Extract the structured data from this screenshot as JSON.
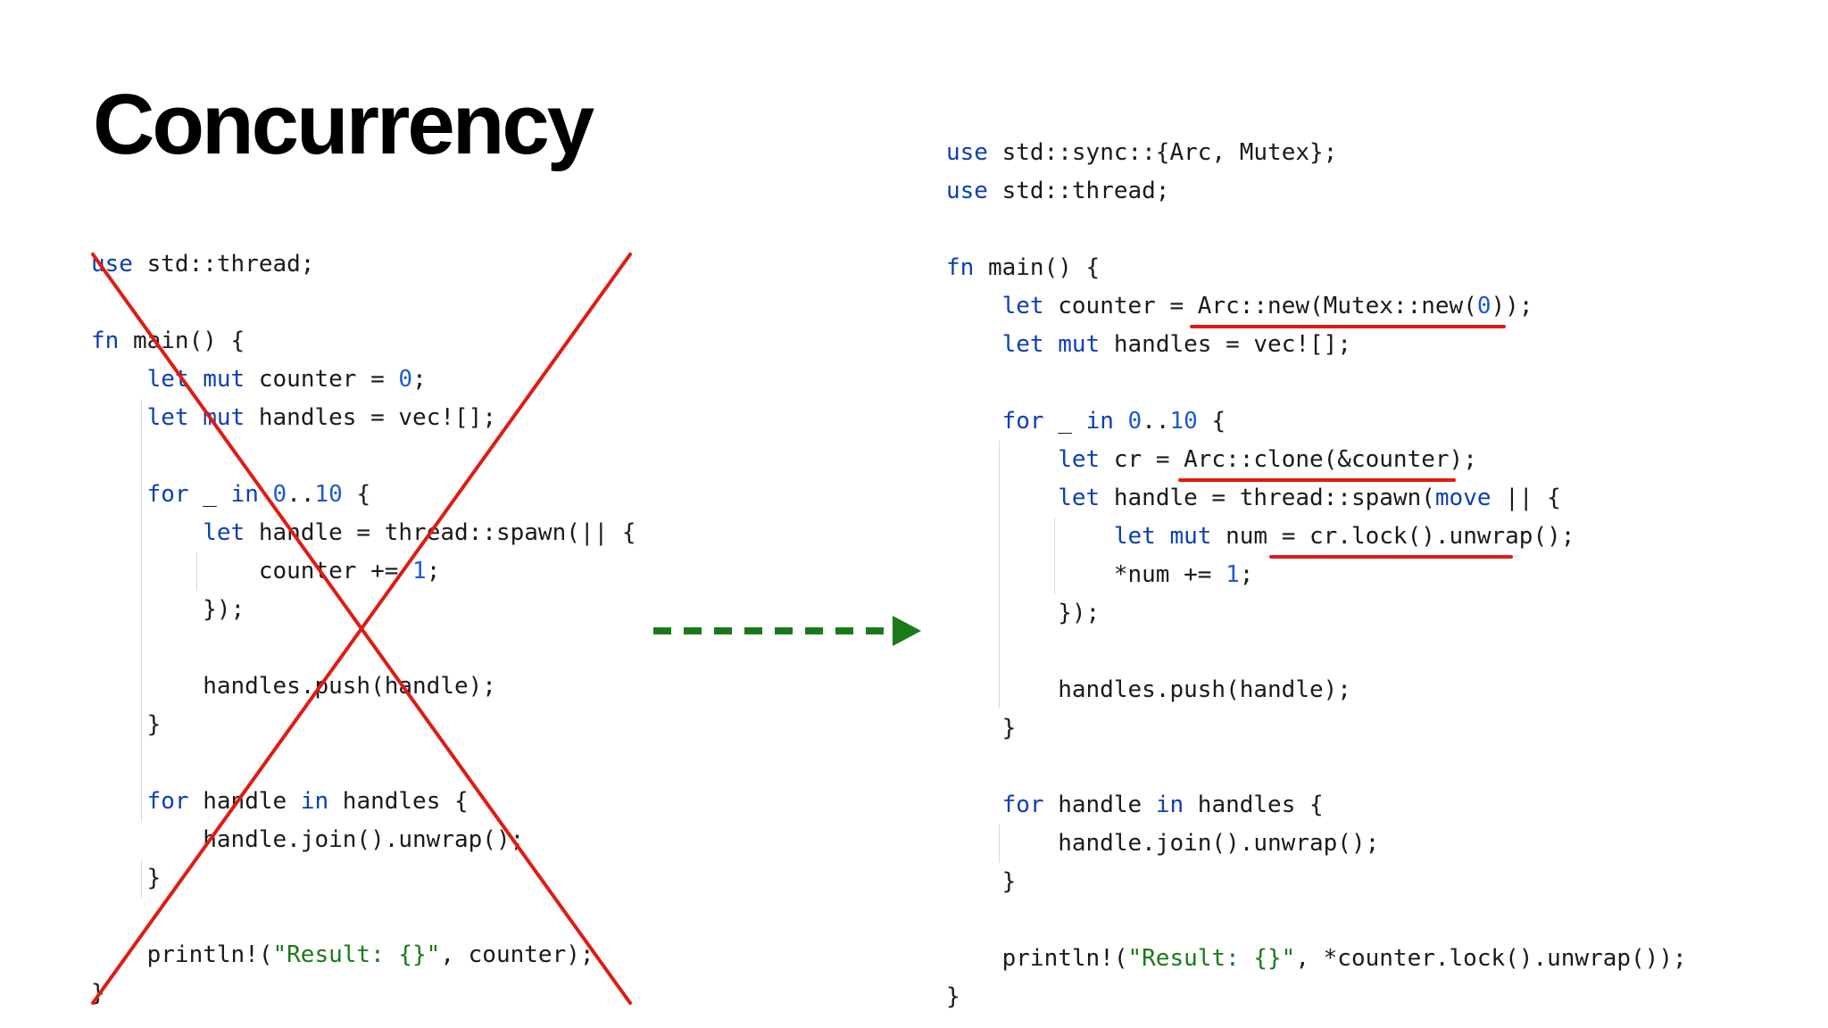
{
  "slide": {
    "title": "Concurrency"
  },
  "left_code": {
    "status": "crossed-out",
    "lines": [
      [
        {
          "t": "use",
          "c": "kw"
        },
        {
          "t": " std::thread;"
        }
      ],
      [],
      [
        {
          "t": "fn",
          "c": "kw"
        },
        {
          "t": " main() {"
        }
      ],
      [
        {
          "t": "    "
        },
        {
          "t": "let",
          "c": "kw"
        },
        {
          "t": " "
        },
        {
          "t": "mut",
          "c": "kw"
        },
        {
          "t": " counter = "
        },
        {
          "t": "0",
          "c": "num"
        },
        {
          "t": ";"
        }
      ],
      [
        {
          "t": "    "
        },
        {
          "t": "let",
          "c": "kw"
        },
        {
          "t": " "
        },
        {
          "t": "mut",
          "c": "kw"
        },
        {
          "t": " handles = vec![];"
        }
      ],
      [],
      [
        {
          "t": "    "
        },
        {
          "t": "for",
          "c": "kw"
        },
        {
          "t": " _ "
        },
        {
          "t": "in",
          "c": "kw"
        },
        {
          "t": " "
        },
        {
          "t": "0",
          "c": "num"
        },
        {
          "t": ".."
        },
        {
          "t": "10",
          "c": "num"
        },
        {
          "t": " {"
        }
      ],
      [
        {
          "t": "        "
        },
        {
          "t": "let",
          "c": "kw"
        },
        {
          "t": " handle = thread::spawn(|| {"
        }
      ],
      [
        {
          "t": "            counter += "
        },
        {
          "t": "1",
          "c": "num"
        },
        {
          "t": ";"
        }
      ],
      [
        {
          "t": "        });"
        }
      ],
      [],
      [
        {
          "t": "        handles.push(handle);"
        }
      ],
      [
        {
          "t": "    }"
        }
      ],
      [],
      [
        {
          "t": "    "
        },
        {
          "t": "for",
          "c": "kw"
        },
        {
          "t": " handle "
        },
        {
          "t": "in",
          "c": "kw"
        },
        {
          "t": " handles {"
        }
      ],
      [
        {
          "t": "        handle.join().unwrap();"
        }
      ],
      [
        {
          "t": "    }"
        }
      ],
      [],
      [
        {
          "t": "    println!("
        },
        {
          "t": "\"Result: {}\"",
          "c": "str"
        },
        {
          "t": ", counter);"
        }
      ],
      [
        {
          "t": "}"
        }
      ]
    ]
  },
  "right_code": {
    "highlighted": [
      "Arc::new(Mutex::new(0))",
      "Arc::clone(&counter)",
      "cr.lock().unwrap()"
    ],
    "lines": [
      [
        {
          "t": "use",
          "c": "kw"
        },
        {
          "t": " std::sync::{Arc, Mutex};"
        }
      ],
      [
        {
          "t": "use",
          "c": "kw"
        },
        {
          "t": " std::thread;"
        }
      ],
      [],
      [
        {
          "t": "fn",
          "c": "kw"
        },
        {
          "t": " main() {"
        }
      ],
      [
        {
          "t": "    "
        },
        {
          "t": "let",
          "c": "kw"
        },
        {
          "t": " counter = Arc::new(Mutex::new("
        },
        {
          "t": "0",
          "c": "num"
        },
        {
          "t": "));"
        }
      ],
      [
        {
          "t": "    "
        },
        {
          "t": "let",
          "c": "kw"
        },
        {
          "t": " "
        },
        {
          "t": "mut",
          "c": "kw"
        },
        {
          "t": " handles = vec![];"
        }
      ],
      [],
      [
        {
          "t": "    "
        },
        {
          "t": "for",
          "c": "kw"
        },
        {
          "t": " _ "
        },
        {
          "t": "in",
          "c": "kw"
        },
        {
          "t": " "
        },
        {
          "t": "0",
          "c": "num"
        },
        {
          "t": ".."
        },
        {
          "t": "10",
          "c": "num"
        },
        {
          "t": " {"
        }
      ],
      [
        {
          "t": "        "
        },
        {
          "t": "let",
          "c": "kw"
        },
        {
          "t": " cr = Arc::clone(&counter);"
        }
      ],
      [
        {
          "t": "        "
        },
        {
          "t": "let",
          "c": "kw"
        },
        {
          "t": " handle = thread::spawn("
        },
        {
          "t": "move",
          "c": "kw"
        },
        {
          "t": " || {"
        }
      ],
      [
        {
          "t": "            "
        },
        {
          "t": "let",
          "c": "kw"
        },
        {
          "t": " "
        },
        {
          "t": "mut",
          "c": "kw"
        },
        {
          "t": " num = cr.lock().unwrap();"
        }
      ],
      [
        {
          "t": "            *num += "
        },
        {
          "t": "1",
          "c": "num"
        },
        {
          "t": ";"
        }
      ],
      [
        {
          "t": "        });"
        }
      ],
      [],
      [
        {
          "t": "        handles.push(handle);"
        }
      ],
      [
        {
          "t": "    }"
        }
      ],
      [],
      [
        {
          "t": "    "
        },
        {
          "t": "for",
          "c": "kw"
        },
        {
          "t": " handle "
        },
        {
          "t": "in",
          "c": "kw"
        },
        {
          "t": " handles {"
        }
      ],
      [
        {
          "t": "        handle.join().unwrap();"
        }
      ],
      [
        {
          "t": "    }"
        }
      ],
      [],
      [
        {
          "t": "    println!("
        },
        {
          "t": "\"Result: {}\"",
          "c": "str"
        },
        {
          "t": ", *counter.lock().unwrap());"
        }
      ],
      [
        {
          "t": "}"
        }
      ]
    ]
  },
  "colors": {
    "keyword": "#0b3fb3",
    "number": "#1d5ad6",
    "string": "#1a7a1a",
    "cross_out": "#e01b12",
    "underline": "#e01b12",
    "arrow": "#1a7a1a"
  },
  "icons": {
    "transition": "dashed-arrow-right-icon",
    "cross": "red-x-cross-icon"
  }
}
